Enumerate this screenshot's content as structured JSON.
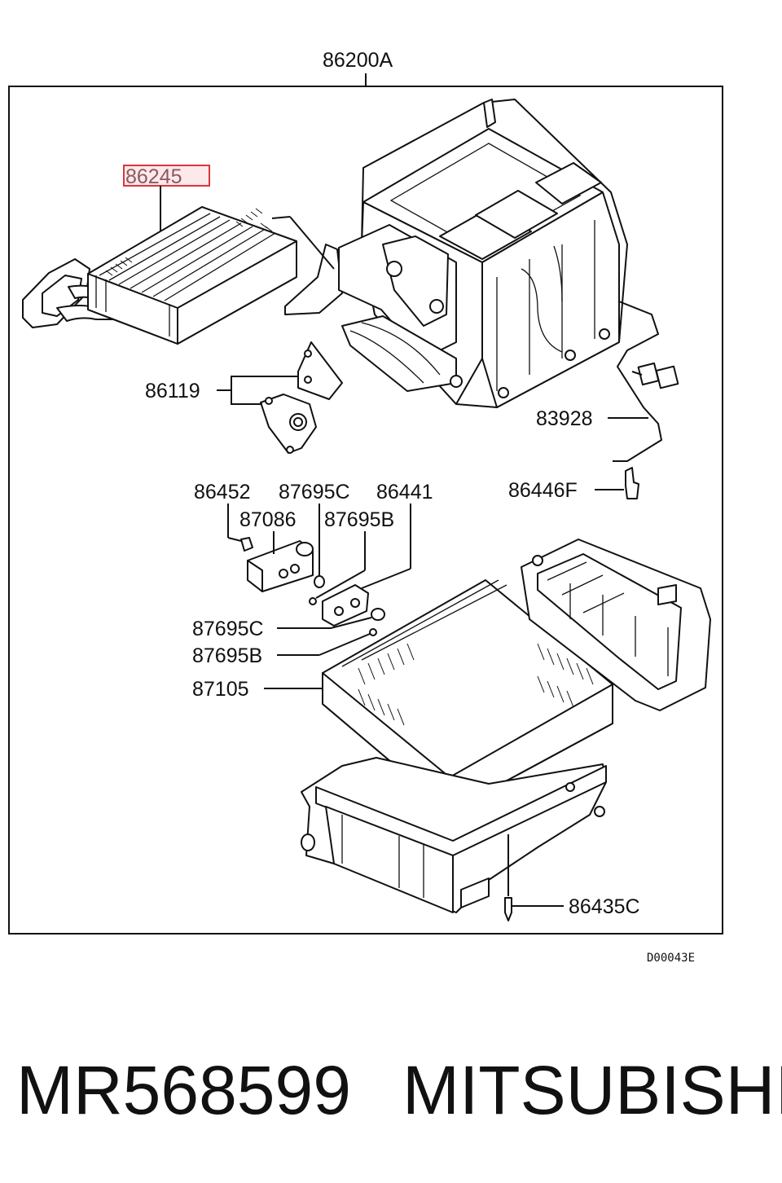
{
  "diagram": {
    "assembly_label": "86200A",
    "highlighted_part": "86245",
    "labels": {
      "p86119": "86119",
      "p83928": "83928",
      "p86446F": "86446F",
      "p86452": "86452",
      "p87695C_top": "87695C",
      "p86441": "86441",
      "p87086": "87086",
      "p87695B_top": "87695B",
      "p87695C_mid": "87695C",
      "p87695B_mid": "87695B",
      "p87105": "87105",
      "p86435C": "86435C"
    },
    "diagram_code": "D00043E",
    "highlight_color": "#d9363e"
  },
  "footer": {
    "part_number": "MR568599",
    "brand": "MITSUBISHI"
  }
}
